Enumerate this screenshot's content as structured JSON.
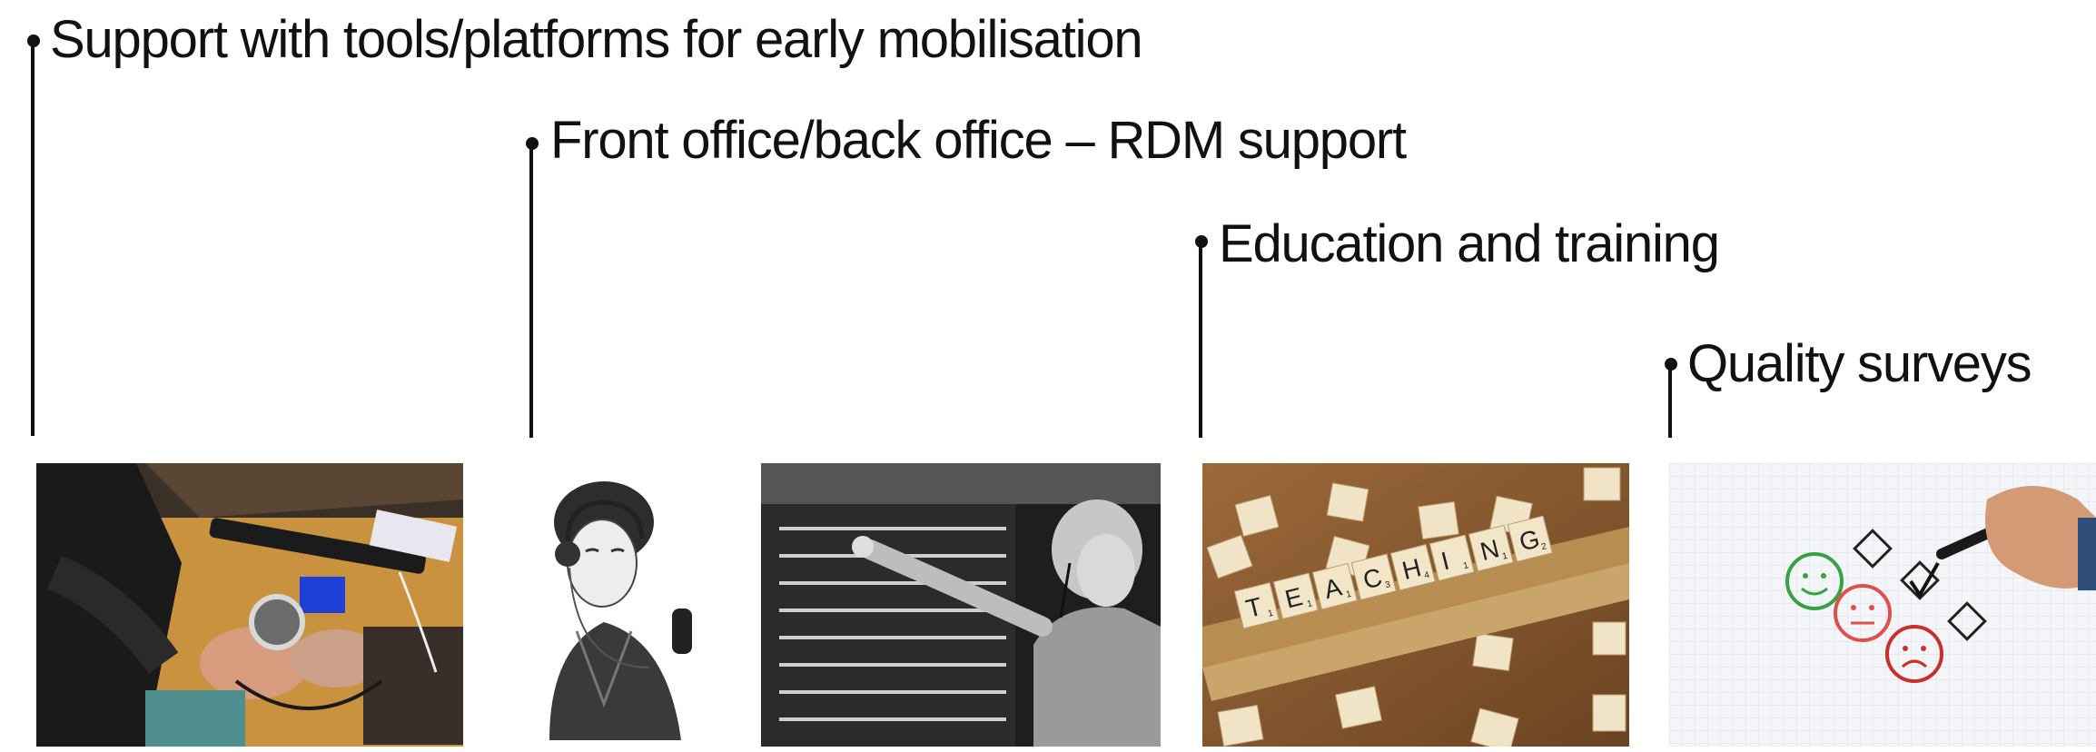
{
  "items": [
    {
      "label": "Support with tools/platforms for early mobilisation",
      "image": "repair-workshop-photo"
    },
    {
      "label": "Front office/back office – RDM support",
      "image": "telephone-operator-photos"
    },
    {
      "label": "Education and training",
      "image": "teaching-scrabble-tiles-photo"
    },
    {
      "label": "Quality surveys",
      "image": "survey-checkbox-photo"
    }
  ],
  "teaching_tiles": [
    {
      "letter": "T",
      "score": "1"
    },
    {
      "letter": "E",
      "score": "1"
    },
    {
      "letter": "A",
      "score": "1"
    },
    {
      "letter": "C",
      "score": "3"
    },
    {
      "letter": "H",
      "score": "4"
    },
    {
      "letter": "I",
      "score": "1"
    },
    {
      "letter": "N",
      "score": "1"
    },
    {
      "letter": "G",
      "score": "2"
    }
  ],
  "colors": {
    "text": "#111111",
    "stem": "#111111",
    "background": "#ffffff"
  }
}
